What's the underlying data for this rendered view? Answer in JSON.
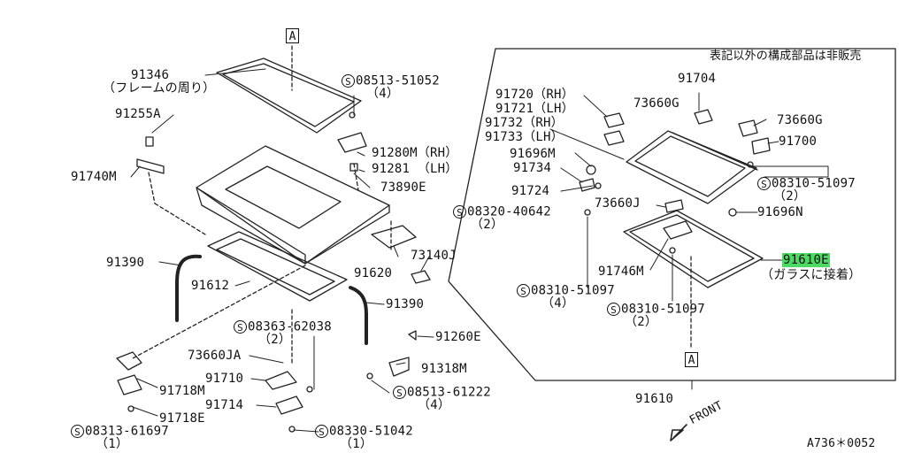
{
  "header_note": "表記以外の構成部品は非販売",
  "figure_code": "A736＊0052",
  "ref_marks": [
    "A",
    "A"
  ],
  "direction_label": "FRONT",
  "bolt_symbol": "S",
  "labels": {
    "p91346": "91346",
    "p91346_note": "（フレームの周り）",
    "p91255A": "91255A",
    "p91740M": "91740M",
    "p91390_left": "91390",
    "p91612": "91612",
    "p91390_right": "91390",
    "s08513_51052": "08513-51052",
    "s08513_51052_qty": "（4）",
    "p91280M": "91280M（RH）",
    "p91281": "91281 （LH）",
    "p73890E": "73890E",
    "p91620": "91620",
    "p73140J": "73140J",
    "s08363_62038": "08363-62038",
    "s08363_62038_qty": "（2）",
    "p91260E": "91260E",
    "p73660JA": "73660JA",
    "p91718M": "91718M",
    "p91710": "91710",
    "p91318M": "91318M",
    "s08513_61222": "08513-61222",
    "s08513_61222_qty": "（4）",
    "p91714": "91714",
    "p91718E": "91718E",
    "s08330_51042": "08330-51042",
    "s08330_51042_qty": "（1）",
    "s08313_61697": "08313-61697",
    "s08313_61697_qty": "（1）",
    "p91704": "91704",
    "p91720": "91720（RH）",
    "p91721": "91721（LH）",
    "p73660G_left": "73660G",
    "p73660G_right": "73660G",
    "p91732": "91732（RH）",
    "p91733": "91733（LH）",
    "p91700": "91700",
    "p91696M": "91696M",
    "p91734": "91734",
    "s08310_51097_a": "08310-51097",
    "s08310_51097_a_qty": "（2）",
    "p91724": "91724",
    "s08320_40642": "08320-40642",
    "s08320_40642_qty": "（2）",
    "p73660J": "73660J",
    "p91696N": "91696N",
    "p91610E": "91610E",
    "p91610E_note": "（ガラスに接着）",
    "p91746M": "91746M",
    "s08310_51097_b": "08310-51097",
    "s08310_51097_b_qty": "（4）",
    "s08310_51097_c": "08310-51097",
    "s08310_51097_c_qty": "（2）",
    "p91610": "91610"
  }
}
